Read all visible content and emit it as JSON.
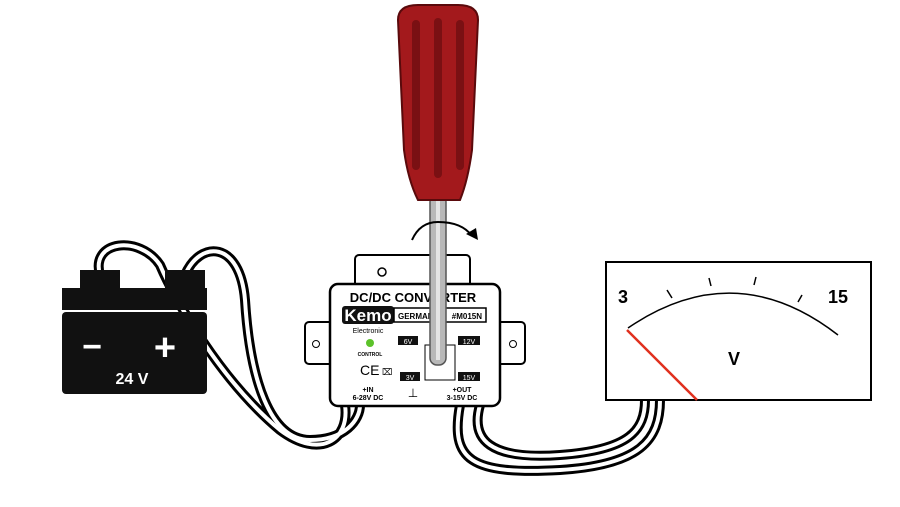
{
  "battery": {
    "label": "24 V",
    "minus": "−",
    "plus": "+"
  },
  "converter": {
    "title": "DC/DC CONVERTER",
    "brand": "Kemo",
    "brand_sub": "Electronic",
    "origin_visible": "GERMAN",
    "model_visible": "#M015N",
    "led_label": "CONTROL",
    "ce_mark": "CE",
    "in_label": "+IN",
    "in_range": "6-28V DC",
    "out_label": "+OUT",
    "out_range": "3-15V DC",
    "ground_symbol": "⊥",
    "dial_labels": [
      "6V",
      "12V",
      "3V",
      "15V"
    ],
    "led_color": "#5cc22a"
  },
  "meter": {
    "min": "3",
    "max": "15",
    "unit": "V",
    "needle_color": "#e0301e"
  },
  "screwdriver": {
    "handle_color": "#a3191c"
  }
}
